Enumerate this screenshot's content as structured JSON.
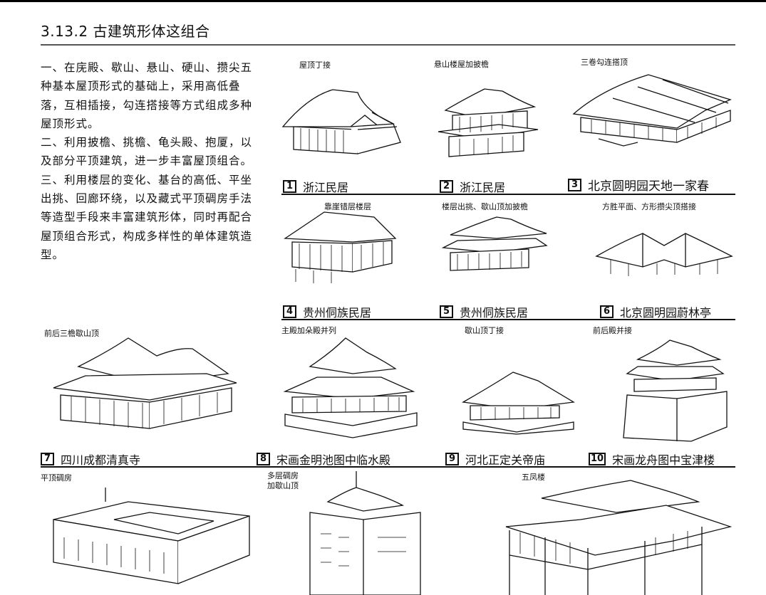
{
  "section_title": "3.13.2 古建筑形体这组合",
  "intro": [
    "一、在庑殿、歇山、悬山、硬山、攒尖五种基本屋顶形式的基础上，采用高低叠落，互相插接，勾连搭接等方式组成多种屋顶形式。",
    "二、利用披檐、挑檐、龟头殿、抱厦，以及部分平顶建筑，进一步丰富屋顶组合。",
    "三、利用楼层的变化、基台的高低、平坐出挑、回廊环绕，以及藏式平顶碉房手法等造型手段来丰富建筑形体，同时再配合屋顶组合形式，构成多样性的单体建筑造型。"
  ],
  "figures": [
    {
      "num": "1",
      "label": "屋顶丁接",
      "caption": "浙江民居"
    },
    {
      "num": "2",
      "label": "悬山楼屋加披檐",
      "caption": "浙江民居"
    },
    {
      "num": "3",
      "label": "三卷勾连搭顶",
      "caption": "北京圆明园天地一家春"
    },
    {
      "num": "4",
      "label": "靠崖错层楼层",
      "caption": "贵州侗族民居"
    },
    {
      "num": "5",
      "label": "楼层出挑、歇山顶加披檐",
      "caption": "贵州侗族民居"
    },
    {
      "num": "6",
      "label": "方胜平面、方形攒尖顶搭接",
      "caption": "北京圆明园蔚林亭"
    },
    {
      "num": "7",
      "label": "前后三檐歇山顶",
      "caption": "四川成都清真寺"
    },
    {
      "num": "8",
      "label": "主殿加朵殿并列",
      "caption": "宋画金明池图中临水殿"
    },
    {
      "num": "9",
      "label": "歇山顶丁接",
      "caption": "河北正定关帝庙"
    },
    {
      "num": "10",
      "label": "前后殿并接",
      "caption": "宋画龙舟图中宝津楼"
    }
  ],
  "bottom_labels": {
    "flat": "平顶碉房",
    "multi_line1": "多层碉房",
    "multi_line2": "加歇山顶",
    "five_phoenix": "五凤楼"
  },
  "icons": [
    "building-drawing"
  ]
}
